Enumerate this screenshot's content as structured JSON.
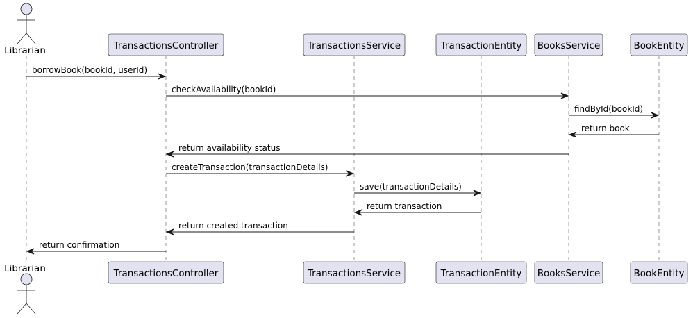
{
  "diagram": {
    "participants": [
      {
        "id": "librarian",
        "label": "Librarian",
        "kind": "actor"
      },
      {
        "id": "tc",
        "label": "TransactionsController",
        "kind": "participant"
      },
      {
        "id": "ts",
        "label": "TransactionsService",
        "kind": "participant"
      },
      {
        "id": "te",
        "label": "TransactionEntity",
        "kind": "participant"
      },
      {
        "id": "bs",
        "label": "BooksService",
        "kind": "participant"
      },
      {
        "id": "be",
        "label": "BookEntity",
        "kind": "participant"
      }
    ],
    "messages": [
      {
        "from": "librarian",
        "to": "tc",
        "label": "borrowBook(bookId, userId)"
      },
      {
        "from": "tc",
        "to": "bs",
        "label": "checkAvailability(bookId)"
      },
      {
        "from": "bs",
        "to": "be",
        "label": "findById(bookId)"
      },
      {
        "from": "be",
        "to": "bs",
        "label": "return book"
      },
      {
        "from": "bs",
        "to": "tc",
        "label": "return availability status"
      },
      {
        "from": "tc",
        "to": "ts",
        "label": "createTransaction(transactionDetails)"
      },
      {
        "from": "ts",
        "to": "te",
        "label": "save(transactionDetails)"
      },
      {
        "from": "te",
        "to": "ts",
        "label": "return transaction"
      },
      {
        "from": "ts",
        "to": "tc",
        "label": "return created transaction"
      },
      {
        "from": "tc",
        "to": "librarian",
        "label": "return confirmation"
      }
    ]
  }
}
